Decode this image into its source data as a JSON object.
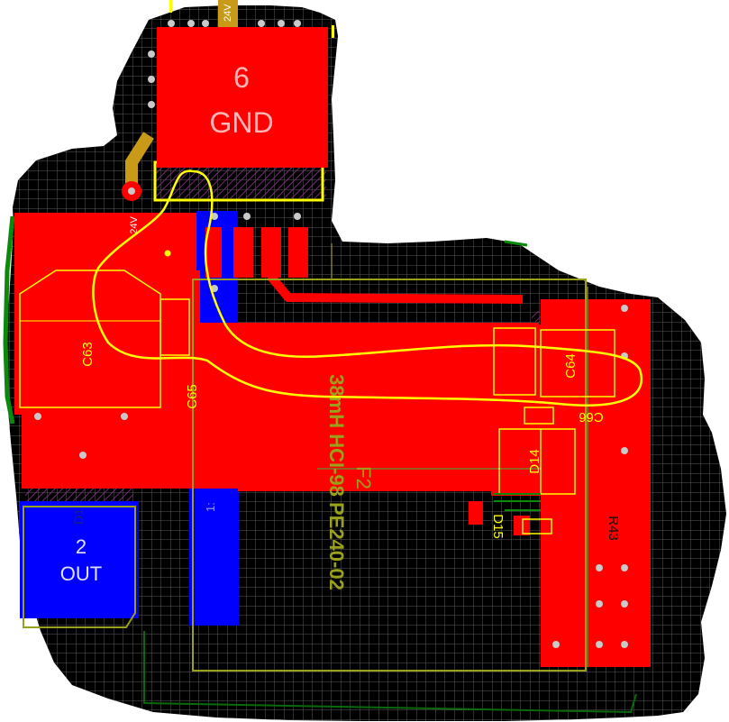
{
  "colors": {
    "board": "#000000",
    "grid": "#5a5a5a",
    "top_copper": "#ff0000",
    "bottom_copper": "#0000ff",
    "silkscreen": "#ffff00",
    "mech_outline": "#9aa019",
    "trace_gold": "#c89a18",
    "via": "#c9c9c9",
    "board_edge": "#0a8a0a"
  },
  "pads": {
    "pad6": {
      "number": "6",
      "net": "GND"
    },
    "pad2": {
      "number": "2",
      "net": "OUT"
    }
  },
  "net_labels": {
    "top_24v": "24V",
    "left_24v": "24V"
  },
  "designators": {
    "c63": "C63",
    "c64": "C64",
    "c65": "C65",
    "c66": "C66",
    "d14": "D14",
    "d15": "D15",
    "r43": "R43",
    "f2": "F2",
    "d1": "D1",
    "l1": "1:"
  },
  "part_text": "38mH HCI-98 PE240-02",
  "icons": {
    "via": "via-icon"
  }
}
